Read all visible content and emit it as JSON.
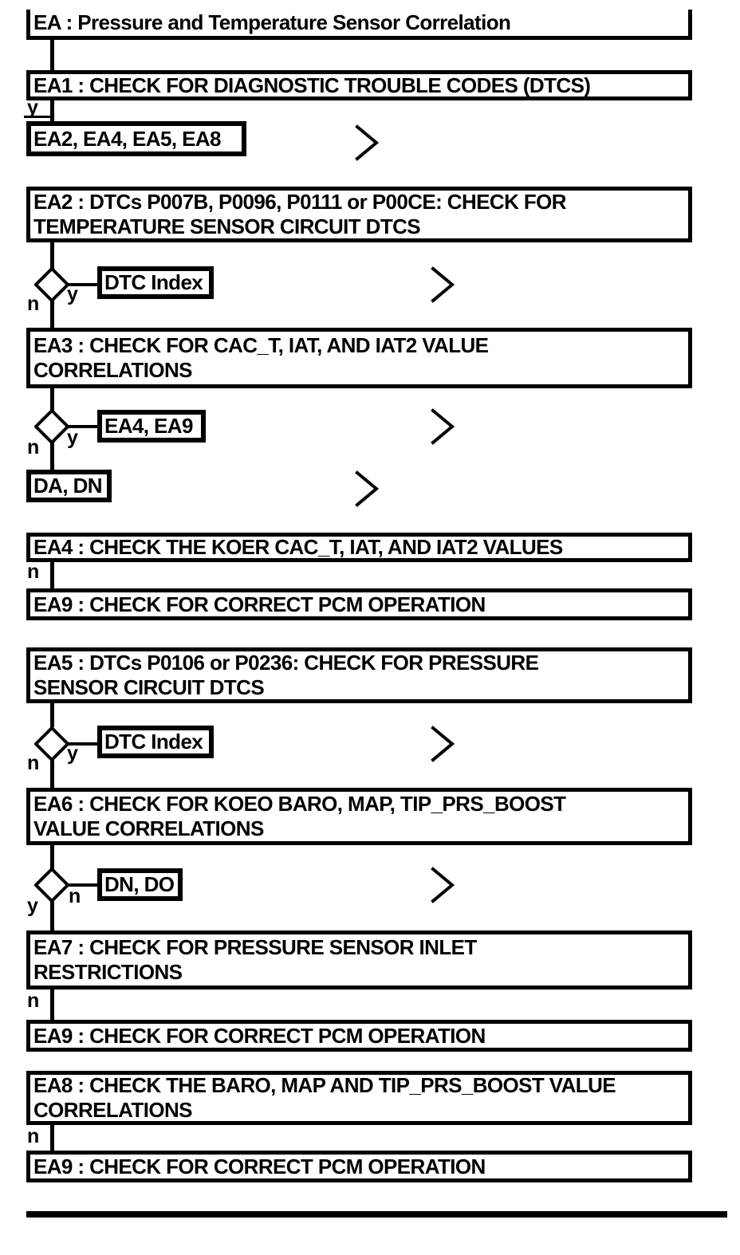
{
  "page": {
    "background": "#ffffff",
    "ink": "#000000"
  },
  "title": "EA : Pressure and Temperature Sensor Correlation",
  "labels": {
    "yes": "y",
    "no": "n"
  },
  "steps": {
    "ea1": "EA1 : CHECK FOR DIAGNOSTIC TROUBLE CODES (DTCS)",
    "ea1_y_goto": "EA2, EA4, EA5, EA8",
    "ea2": "EA2 : DTCs P007B, P0096, P0111 or P00CE: CHECK FOR\nTEMPERATURE SENSOR CIRCUIT DTCS",
    "ea2_y_goto": "DTC Index",
    "ea3": "EA3 : CHECK FOR CAC_T, IAT, AND IAT2 VALUE\nCORRELATIONS",
    "ea3_y_goto": "EA4, EA9",
    "ea3_n_goto": "DA, DN",
    "ea4": "EA4 : CHECK THE KOER CAC_T, IAT, AND IAT2 VALUES",
    "ea4_n_goto": "EA9 : CHECK FOR CORRECT PCM OPERATION",
    "ea5": "EA5 : DTCs P0106 or P0236: CHECK FOR PRESSURE\nSENSOR CIRCUIT DTCS",
    "ea5_y_goto": "DTC Index",
    "ea6": "EA6 : CHECK FOR KOEO BARO, MAP, TIP_PRS_BOOST\nVALUE CORRELATIONS",
    "ea6_n_goto": "DN, DO",
    "ea7": "EA7 : CHECK FOR PRESSURE SENSOR INLET\nRESTRICTIONS",
    "ea7_n_goto": "EA9 : CHECK FOR CORRECT PCM OPERATION",
    "ea8": "EA8 : CHECK THE BARO, MAP AND TIP_PRS_BOOST VALUE\nCORRELATIONS",
    "ea8_n_goto": "EA9 : CHECK FOR CORRECT PCM OPERATION"
  }
}
